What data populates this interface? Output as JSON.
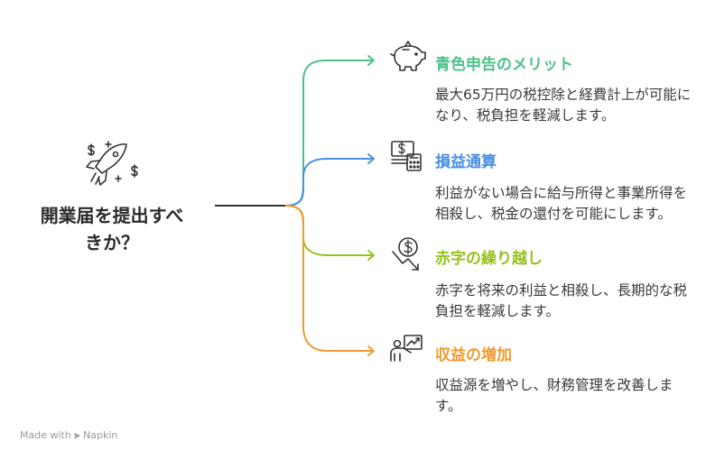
{
  "central": {
    "line1": "開業届を提出すべ",
    "line2": "きか？",
    "icon": "rocket-icon"
  },
  "branches": [
    {
      "title": "青色申告のメリット",
      "description": "最大65万円の税控除と経費計上が可能になり、税負担を軽減します。",
      "color": "#4cc28a",
      "icon": "piggy-bank-icon"
    },
    {
      "title": "損益通算",
      "description": "利益がない場合に給与所得と事業所得を相殺し、税金の還付を可能にします。",
      "color": "#4a8fe0",
      "icon": "money-calculator-icon"
    },
    {
      "title": "赤字の繰り越し",
      "description": "赤字を将来の利益と相殺し、長期的な税負担を軽減します。",
      "color": "#95c11f",
      "icon": "declining-dollar-icon"
    },
    {
      "title": "収益の増加",
      "description": "収益源を増やし、財務管理を改善します。",
      "color": "#ef9a2f",
      "icon": "presentation-chart-icon"
    }
  ],
  "footer": {
    "made_with": "Made with",
    "brand": "Napkin"
  }
}
